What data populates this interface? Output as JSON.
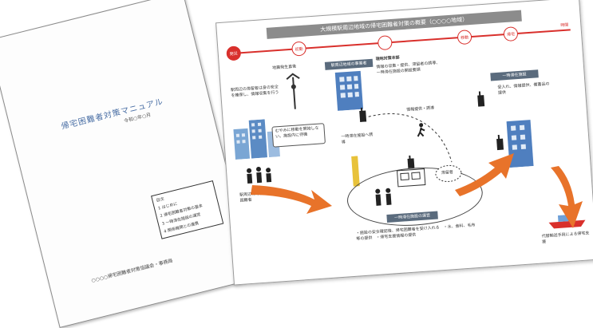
{
  "left_document": {
    "cover_title": "帰宅困難者対策マニュアル",
    "cover_subtitle": "令和○年○月",
    "toc_heading": "目次",
    "toc_items": [
      "1 はじめに",
      "2 帰宅困難者対策の基本",
      "3 一時滞在施設の運営",
      "4 関係機関との連携"
    ],
    "publisher": "○○○○帰宅困難者対策協議会・事務局"
  },
  "right_document": {
    "title": "大規模駅周辺地域の帰宅困難者対策の概要（○○○○地域）",
    "steps": [
      "発災",
      "初動",
      "",
      "移動",
      "帰宅"
    ],
    "timeline_end": "時間",
    "callouts": {
      "top_left_caption": "地震発生直後",
      "top_left_text": "駅周辺の滞留者は身の安全を確保し、情報収集を行う",
      "building_header": "駅周辺地域の事業者",
      "hq_caption": "現地対策本部",
      "hq_text": "情報の収集・提供、滞留者の誘導、一時滞在施設の開設要請",
      "speech_bubble": "むやみに移動を開始しない。施設内に待機",
      "left_people_caption": "駅周辺の滞留者・帰宅困難者",
      "center_caption": "一時滞在施設へ誘導",
      "dashed_caption": "情報提供・誘導",
      "cloud_text": "滞留者",
      "ellipse_label": "一時滞在施設の運営",
      "right_label": "一時滞在施設",
      "right_text": "受入れ、情報提供、備蓄品の提供",
      "bottom_text": "・施設の安全確認後、帰宅困難者を受け入れる　・水、食料、毛布等の提供　・帰宅支援情報の提供",
      "ship_caption": "代替輸送手段による帰宅支援"
    }
  }
}
